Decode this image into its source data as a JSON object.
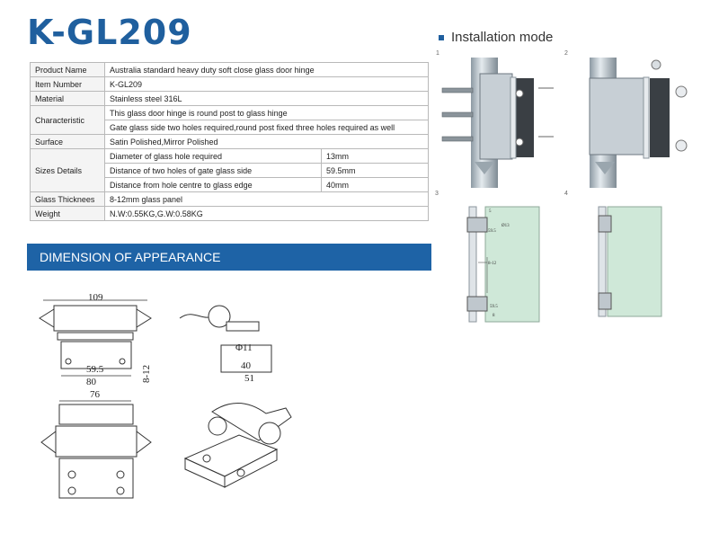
{
  "title": "K-GL209",
  "install": {
    "heading": "Installation mode",
    "steps": [
      "1",
      "2",
      "3",
      "4"
    ],
    "labels": {
      "slot_top": "5",
      "hole_d": "Ø13",
      "gap": "59.5",
      "glass": "8-12",
      "gap_low": "59.5",
      "slot_low": "8"
    }
  },
  "spec": {
    "product_name_label": "Product Name",
    "product_name": "Australia   standard heavy duty soft close glass door hinge",
    "item_label": "Item Number",
    "item": "K-GL209",
    "material_label": "Material",
    "material": "Stainless steel 316L",
    "characteristic_label": "Characteristic",
    "characteristic_1": "This  glass door hinge is round post to glass hinge",
    "characteristic_2": "Gate   glass side two holes required,round post fixed three holes required as well",
    "surface_label": "Surface",
    "surface": "Satin Polished,Mirror Polished",
    "sizes_label": "Sizes Details",
    "sizes": [
      {
        "name": "Diameter of glass hole required",
        "value": "13mm"
      },
      {
        "name": "Distance of two holes of gate glass side",
        "value": "59.5mm"
      },
      {
        "name": "Distance from hole centre to glass edge",
        "value": "40mm"
      }
    ],
    "glass_label": "Glass Thicknees",
    "glass": "8-12mm glass panel",
    "weight_label": "Weight",
    "weight": "N.W:0.55KG,G.W:0.58KG"
  },
  "dimension": {
    "heading": "DIMENSION OF APPEARANCE",
    "d109": "109",
    "d11": "Φ11",
    "d59": "59.5",
    "d80": "80",
    "d812": "8-12",
    "d40": "40",
    "d51": "51",
    "d76": "76"
  }
}
